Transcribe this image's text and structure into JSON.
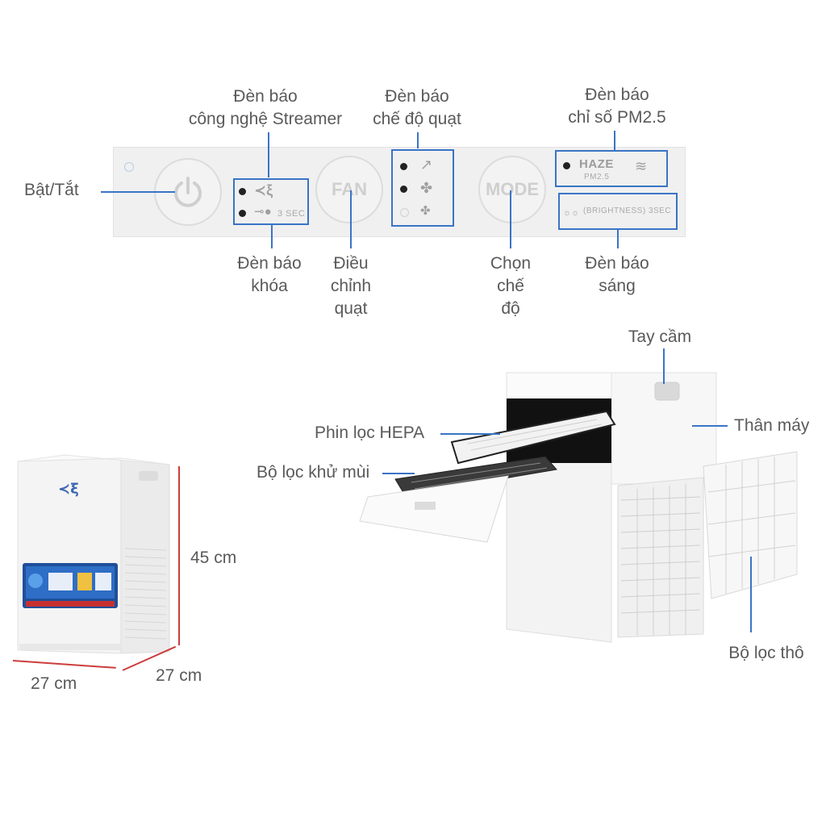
{
  "labels": {
    "power": "Bật/Tắt",
    "streamer_indicator": [
      "Đèn báo",
      "công nghệ Streamer"
    ],
    "fan_mode_indicator": [
      "Đèn báo",
      "chế độ quạt"
    ],
    "pm25_indicator": [
      "Đèn báo",
      "chỉ số PM2.5"
    ],
    "lock_indicator": [
      "Đèn báo",
      "khóa"
    ],
    "fan_adjust": [
      "Điều",
      "chỉnh",
      "quạt"
    ],
    "mode_select": [
      "Chọn",
      "chế",
      "độ"
    ],
    "brightness_indicator": [
      "Đèn báo",
      "sáng"
    ],
    "handle": "Tay cầm",
    "hepa_filter": "Phin lọc HEPA",
    "deodorizing_filter": "Bộ lọc khử mùi",
    "body": "Thân máy",
    "pre_filter": "Bộ lọc thô"
  },
  "panel": {
    "fan_button": "FAN",
    "mode_button": "MODE",
    "lock_text": "3 SEC",
    "haze_text": "HAZE",
    "pm_text": "PM2.5",
    "brightness_text": "(BRIGHTNESS) 3SEC"
  },
  "dimensions": {
    "height": "45 cm",
    "width": "27 cm",
    "depth": "27 cm"
  },
  "colors": {
    "callout_line": "#3a74c6",
    "dimension_line": "#cc3d3d"
  }
}
